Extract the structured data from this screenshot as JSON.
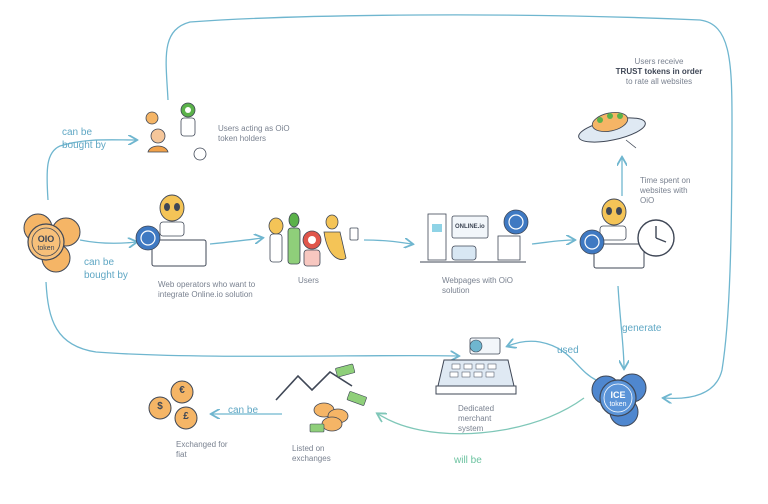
{
  "nodes": {
    "oio_token": {
      "coin_text_1": "OIO",
      "coin_text_2": "token"
    },
    "holders": {
      "label": "Users acting as OiO token holders"
    },
    "web_operators": {
      "label": "Web operators who want to integrate Online.io solution"
    },
    "users": {
      "label": "Users"
    },
    "webpages": {
      "label": "Webpages with OiO solution",
      "screen_text": "ONLINE.io"
    },
    "time_spent": {
      "label": "Time spent on websites with OiO"
    },
    "receive_trust": {
      "line1": "Users receive",
      "line2_bold": "TRUST tokens in order",
      "line3": "to rate all websites"
    },
    "ice_token": {
      "coin_text_1": "ICE",
      "coin_text_2": "token"
    },
    "merchant": {
      "label": "Dedicated merchant system"
    },
    "exchanges": {
      "label": "Listed on exchanges"
    },
    "fiat": {
      "label": "Exchanged for fiat",
      "symbols": [
        "€",
        "$",
        "£"
      ]
    }
  },
  "edges": {
    "can_be_bought_by_1": "can be bought by",
    "can_be_bought_by_2": "can be bought by",
    "generate": "generate",
    "used": "used",
    "will_be": "will be",
    "can_be": "can be"
  },
  "colors": {
    "arrow": "#6fb6cf",
    "orange": "#f2a24a",
    "blue": "#3f79c2",
    "dark": "#3f4756",
    "green": "#5bb24a",
    "alien": "#f4c457"
  }
}
